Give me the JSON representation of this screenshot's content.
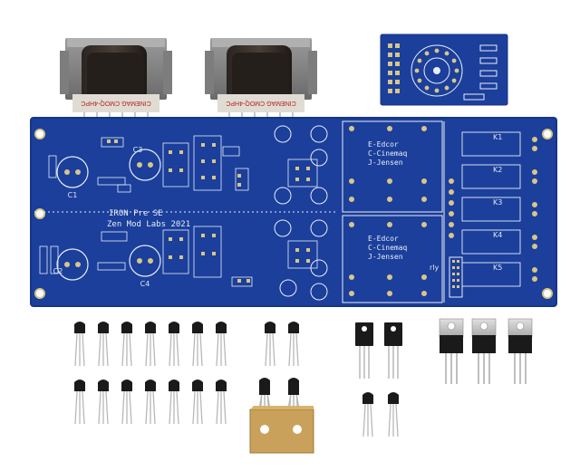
{
  "board": {
    "title": "IRON Pre SE",
    "maker": "Zen Mod Labs 2021",
    "opt_a": [
      "E-Edcor",
      "C-Cinemaq",
      "J-Jensen"
    ],
    "opt_b": [
      "E-Edcor",
      "C-Cinemaq",
      "J-Jensen"
    ],
    "cap_labels": [
      "C1",
      "C2",
      "C3",
      "C4"
    ],
    "relay_labels": [
      "K1",
      "K2",
      "K3",
      "K4",
      "K5"
    ],
    "relay_label": "rly"
  },
  "transformers": {
    "left_label": "CINEMAG CMOQ-4HPC",
    "right_label": "CINEMAG CMOQ-4HPC"
  },
  "colors": {
    "pcb": "#1b3f9a",
    "pcb_edge": "#163585",
    "pad": "#d9c58a",
    "silk": "#e8eef8",
    "transistor": "#1a1a1a",
    "lead": "#b8b8b8",
    "pad_kapton": "#c9a15a"
  }
}
